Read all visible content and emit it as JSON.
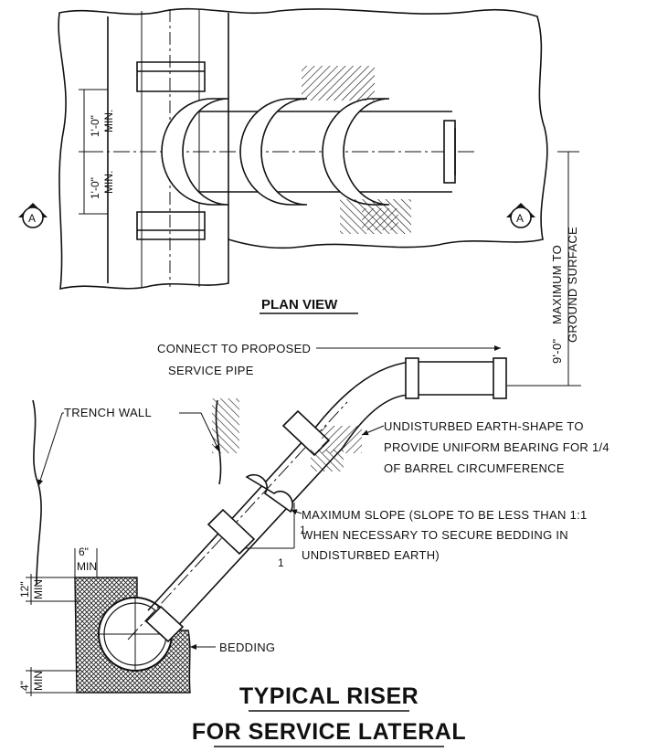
{
  "plan_view": {
    "title": "PLAN VIEW",
    "dim_upper": "1'-0\"",
    "dim_lower": "1'-0\"",
    "min_upper": "MIN.",
    "min_lower": "MIN.",
    "section_marker": "A"
  },
  "vertical_dim": {
    "value": "9'-0\"",
    "line1": "MAXIMUM TO",
    "line2": "GROUND SURFACE"
  },
  "section": {
    "connect_line1": "CONNECT TO PROPOSED",
    "connect_line2": "SERVICE PIPE",
    "trench_wall": "TRENCH WALL",
    "undisturbed_line1": "UNDISTURBED EARTH-SHAPE TO",
    "undisturbed_line2": "PROVIDE UNIFORM BEARING FOR 1/4",
    "undisturbed_line3": "OF BARREL CIRCUMFERENCE",
    "slope_line1": "MAXIMUM SLOPE (SLOPE TO BE LESS THAN 1:1",
    "slope_line2": "WHEN NECESSARY TO SECURE BEDDING IN",
    "slope_line3": "UNDISTURBED EARTH)",
    "slope_rise": "1",
    "slope_run": "1",
    "bedding": "BEDDING",
    "dim_side": "6\"",
    "dim_side_min": "MIN",
    "dim_top": "12\"",
    "dim_top_min": "MIN",
    "dim_bottom": "4\"",
    "dim_bottom_min": "MIN"
  },
  "title": {
    "line1": "TYPICAL RISER",
    "line2": "FOR SERVICE LATERAL"
  }
}
